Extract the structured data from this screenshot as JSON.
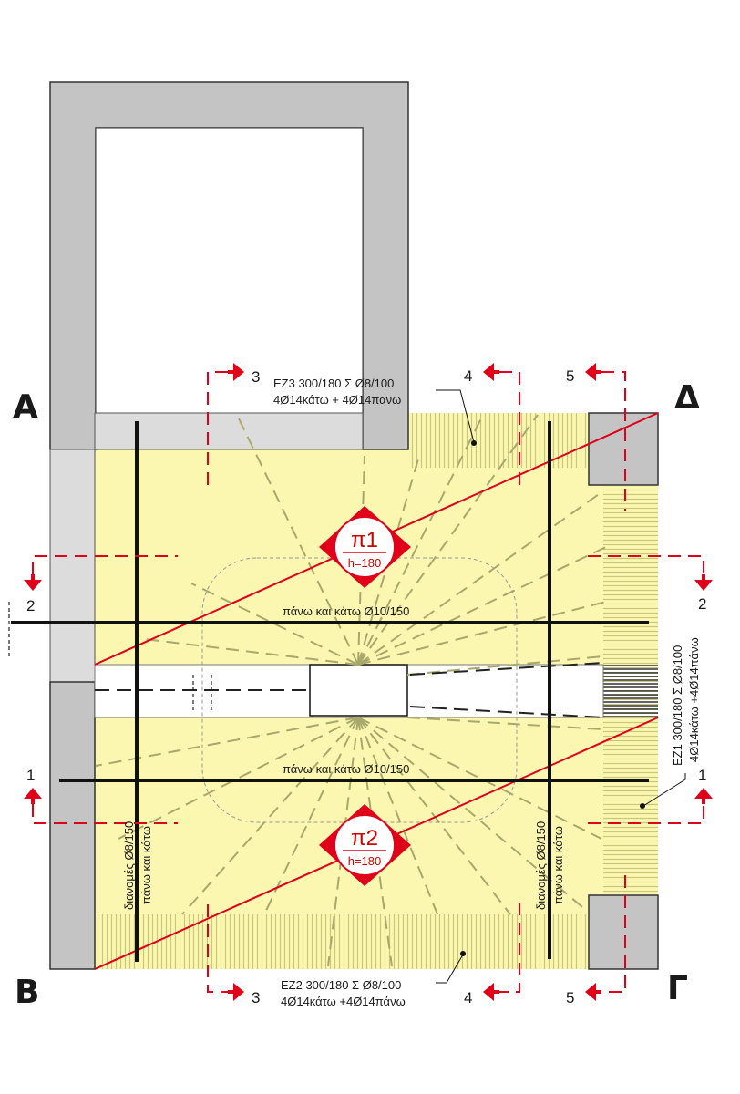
{
  "corners": {
    "a": "Α",
    "b": "Β",
    "g": "Γ",
    "d": "Δ"
  },
  "sections": {
    "s1": "1",
    "s2": "2",
    "s3": "3",
    "s4": "4",
    "s5": "5"
  },
  "slabs": [
    {
      "name": "π1",
      "h": "h=180"
    },
    {
      "name": "π2",
      "h": "h=180"
    }
  ],
  "beams": {
    "ez3": {
      "line1": "ΕΖ3  300/180   Σ Ø8/100",
      "line2": "4Ø14κάτω + 4Ø14πανω"
    },
    "ez2": {
      "line1": "ΕΖ2  300/180   Σ Ø8/100",
      "line2": "4Ø14κάτω +4Ø14πάνω"
    },
    "ez1": {
      "line1": "ΕΖ1  300/180   Σ Ø8/100",
      "line2": "4Ø14κάτω +4Ø14πάνω"
    }
  },
  "rebar": {
    "main_top": "πάνω και κάτω Ø10/150",
    "main_bottom": "πάνω και κάτω Ø10/150",
    "dist_label1": "διανομές Ø8/150",
    "dist_label2": "πάνω και κάτω"
  },
  "colors": {
    "slab": "#fbf6b0",
    "beam_hatch": "#c9c77a",
    "wall": "#c4c4c4",
    "wall_light": "#dcdcdc",
    "section_red": "#e0001a",
    "fan_line": "#a9a86c"
  }
}
